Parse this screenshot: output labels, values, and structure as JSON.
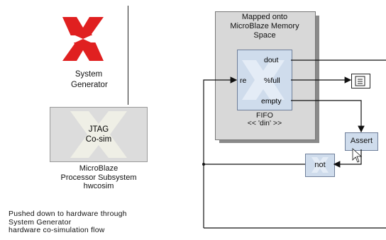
{
  "logo": {
    "icon": "xilinx-logo-icon",
    "color": "#e02020"
  },
  "system_generator": {
    "title": "System\nGenerator"
  },
  "jtag_block": {
    "label": "JTAG\nCo-sim",
    "caption": "MicroBlaze\nProcessor Subsystem\nhwcosim"
  },
  "note": "Pushed down to hardware through\nSystem Generator\nhardware co-simulation flow",
  "mapped_region": {
    "title": "Mapped onto\nMicroBlaze Memory\nSpace"
  },
  "fifo": {
    "ports": {
      "re": "re",
      "dout": "dout",
      "full": "%full",
      "empty": "empty"
    },
    "caption": "FIFO\n<< 'din' >>"
  },
  "scope": {
    "icon": "scope-icon"
  },
  "assert_block": {
    "label": "Assert"
  },
  "not_block": {
    "label": "not"
  },
  "colors": {
    "block_blue": "#cfdcec",
    "block_gray": "#dcdcdc",
    "logo_red": "#e02020"
  }
}
